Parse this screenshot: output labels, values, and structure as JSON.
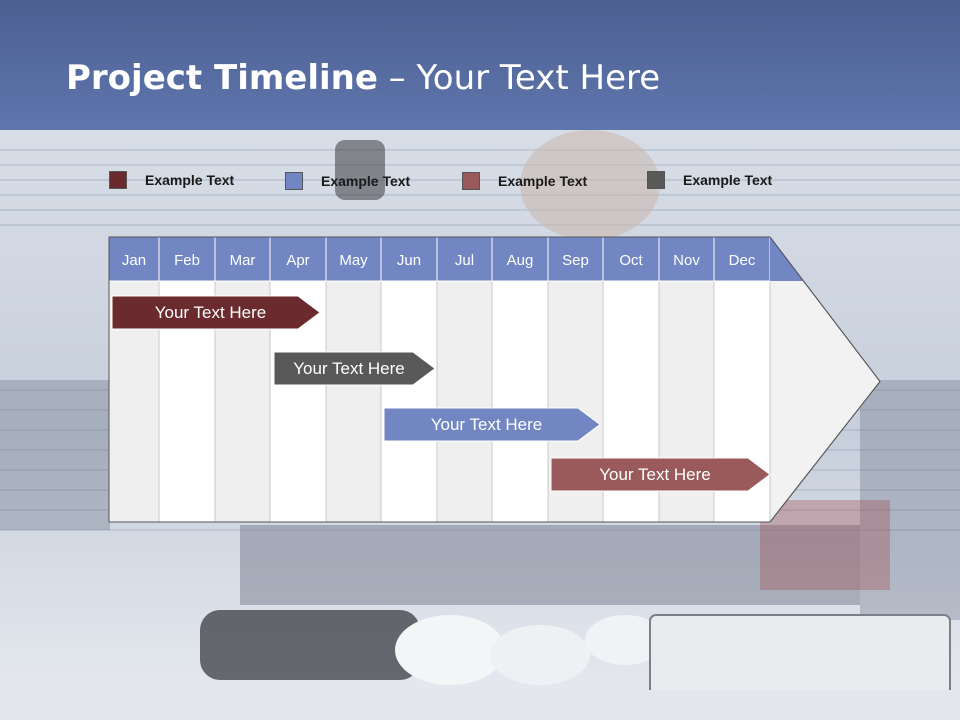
{
  "slide": {
    "title_bold": "Project Timeline",
    "title_rest": " – Your Text Here"
  },
  "legend": [
    {
      "label": "Example Text",
      "color": "#6b2a2e"
    },
    {
      "label": "Example Text",
      "color": "#7186c2"
    },
    {
      "label": "Example Text",
      "color": "#9a5a5c"
    },
    {
      "label": "Example Text",
      "color": "#595959"
    }
  ],
  "months": [
    "Jan",
    "Feb",
    "Mar",
    "Apr",
    "May",
    "Jun",
    "Jul",
    "Aug",
    "Sep",
    "Oct",
    "Nov",
    "Dec"
  ],
  "tasks": [
    {
      "label": "Your  Text Here",
      "start_month": "Jan",
      "end_month": "Apr",
      "color": "#6b2a2e"
    },
    {
      "label": "Your  Text Here",
      "start_month": "Apr",
      "end_month": "Jun",
      "color": "#595959"
    },
    {
      "label": "Your  Text Here",
      "start_month": "Jun",
      "end_month": "Sep",
      "color": "#7186c2"
    },
    {
      "label": "Your  Text Here",
      "start_month": "Sep",
      "end_month": "Dec",
      "color": "#9a5a5c"
    }
  ],
  "colors": {
    "header_band": "#5a70a8",
    "month_header": "#7186c2",
    "grid_light": "#ffffff",
    "grid_shade": "#efefef"
  }
}
